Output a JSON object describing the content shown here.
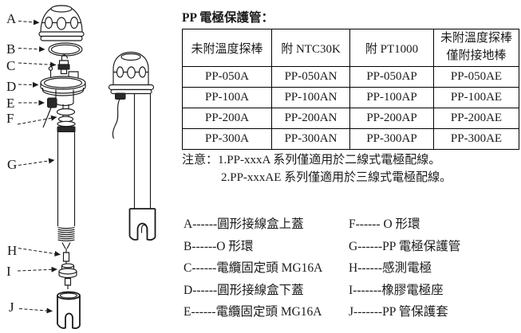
{
  "colors": {
    "ink": "#1a1a1a",
    "background": "#ffffff"
  },
  "title": "PP 電極保護管：",
  "table": {
    "header": [
      "未附溫度探棒",
      "附 NTC30K",
      "附 PT1000"
    ],
    "header_col4_line1": "未附溫度探棒",
    "header_col4_line2": "僅附接地棒",
    "rows": [
      [
        "PP-050A",
        "PP-050AN",
        "PP-050AP",
        "PP-050AE"
      ],
      [
        "PP-100A",
        "PP-100AN",
        "PP-100AP",
        "PP-100AE"
      ],
      [
        "PP-200A",
        "PP-200AN",
        "PP-200AP",
        "PP-200AE"
      ],
      [
        "PP-300A",
        "PP-300AN",
        "PP-300AP",
        "PP-300AE"
      ]
    ]
  },
  "notes": {
    "label": "注意：",
    "items": [
      "1.PP-xxxA 系列僅適用於二線式電極配線。",
      "2.PP-xxxAE 系列僅適用於三線式電極配線。"
    ]
  },
  "legend": {
    "left": [
      "A------圓形接線盒上蓋",
      "B------O 形環",
      "C------電纜固定頭 MG16A",
      "D------圓形接線盒下蓋",
      "E------電纜固定頭 MG16A"
    ],
    "right": [
      "F------ O 形環",
      "G------PP 電極保護管",
      "H------感測電極",
      "I-------橡膠電極座",
      "J-------PP 管保護套"
    ]
  },
  "diagram": {
    "labels": [
      "A",
      "B",
      "C",
      "D",
      "E",
      "F",
      "G",
      "H",
      "I",
      "J"
    ]
  }
}
